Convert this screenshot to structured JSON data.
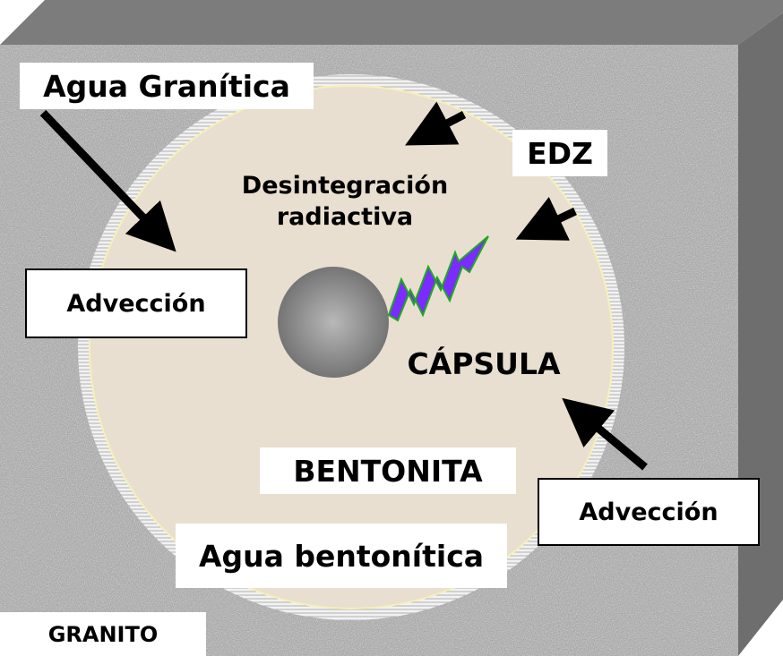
{
  "labels": {
    "agua_granitica": "Agua Granítica",
    "edz": "EDZ",
    "desintegracion_line1": "Desintegración",
    "desintegracion_line2": "radiactiva",
    "advection_left": "Advección",
    "capsula": "CÁPSULA",
    "bentonita": "BENTONITA",
    "advection_right": "Advección",
    "agua_bentonitica": "Agua bentonítica",
    "granito": "GRANITO"
  },
  "colors": {
    "granite_gray": "#8f8f8f",
    "block_side": "#7a7a7a",
    "block_top": "#7c7c7c",
    "bentonite_fill": "#e8dfd0",
    "edz_ring": "#d9d9d9",
    "capsule": "#8a8a8a",
    "decay_arrow": "#7a2cff",
    "decay_outline": "#1fa81f"
  }
}
